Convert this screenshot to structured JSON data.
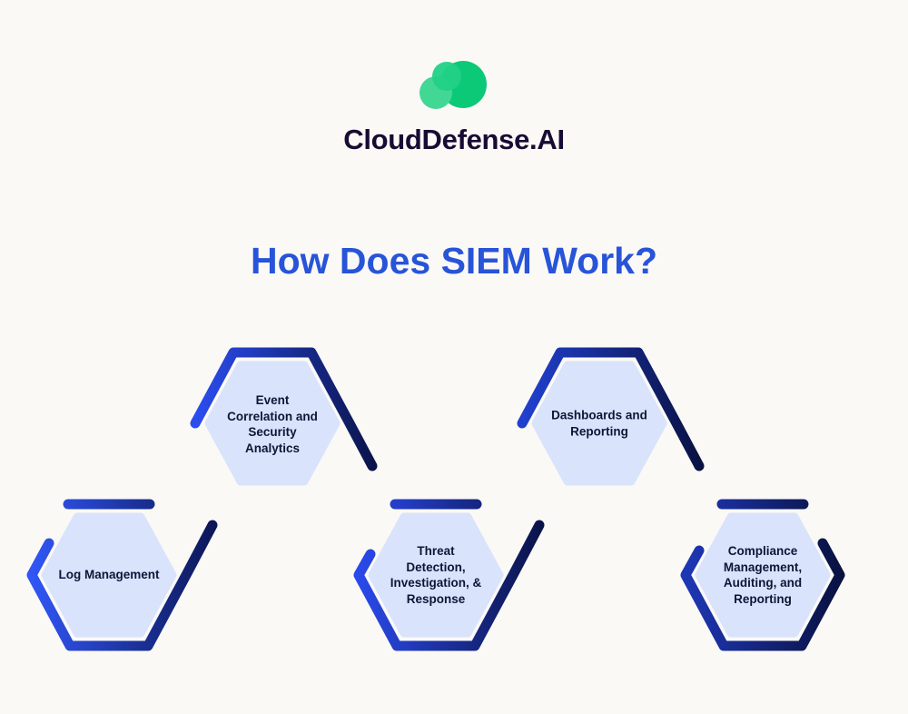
{
  "brand": {
    "name": "CloudDefense.AI",
    "logo_icon": "green-cloud"
  },
  "title": "How Does SIEM Work?",
  "diagram": {
    "type": "hexagon-zigzag-flow",
    "steps": [
      {
        "label": "Log Management",
        "row": "bottom"
      },
      {
        "label": "Event Correlation and Security Analytics",
        "row": "top"
      },
      {
        "label": "Threat Detection, Investigation, & Response",
        "row": "bottom"
      },
      {
        "label": "Dashboards and Reporting",
        "row": "top"
      },
      {
        "label": "Compliance Management, Auditing, and Reporting",
        "row": "bottom"
      }
    ]
  },
  "colors": {
    "background": "#fbf9f6",
    "title": "#2754d8",
    "hexagon_fill": "#d9e3fb",
    "hexagon_text": "#0e1638",
    "stroke_gradient_start": "#3056f5",
    "stroke_gradient_end": "#0a1244",
    "logo_green_dark": "#0cc977",
    "logo_green_light": "#43d795",
    "brand_text": "#170c33"
  }
}
